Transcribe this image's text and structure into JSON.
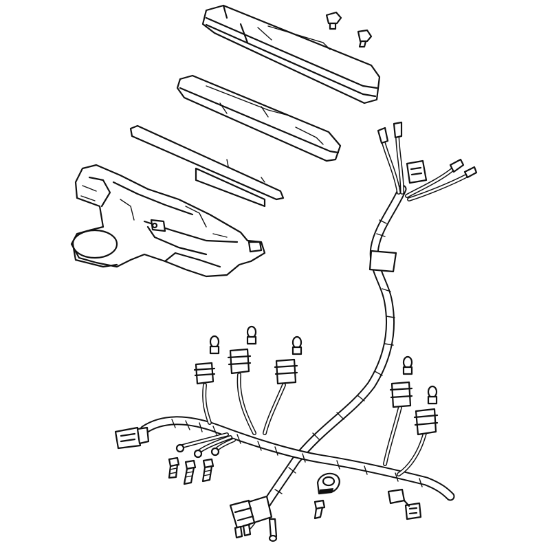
{
  "diagram": {
    "colors": {
      "line": "#111111",
      "background": "#ffffff"
    },
    "parts": [
      "lens-cover",
      "bezel-ring",
      "dial-plate",
      "meter-housing",
      "wiring-harness",
      "bulb-sockets",
      "bulbs",
      "connectors",
      "screws",
      "nuts",
      "cable-clamp"
    ]
  }
}
